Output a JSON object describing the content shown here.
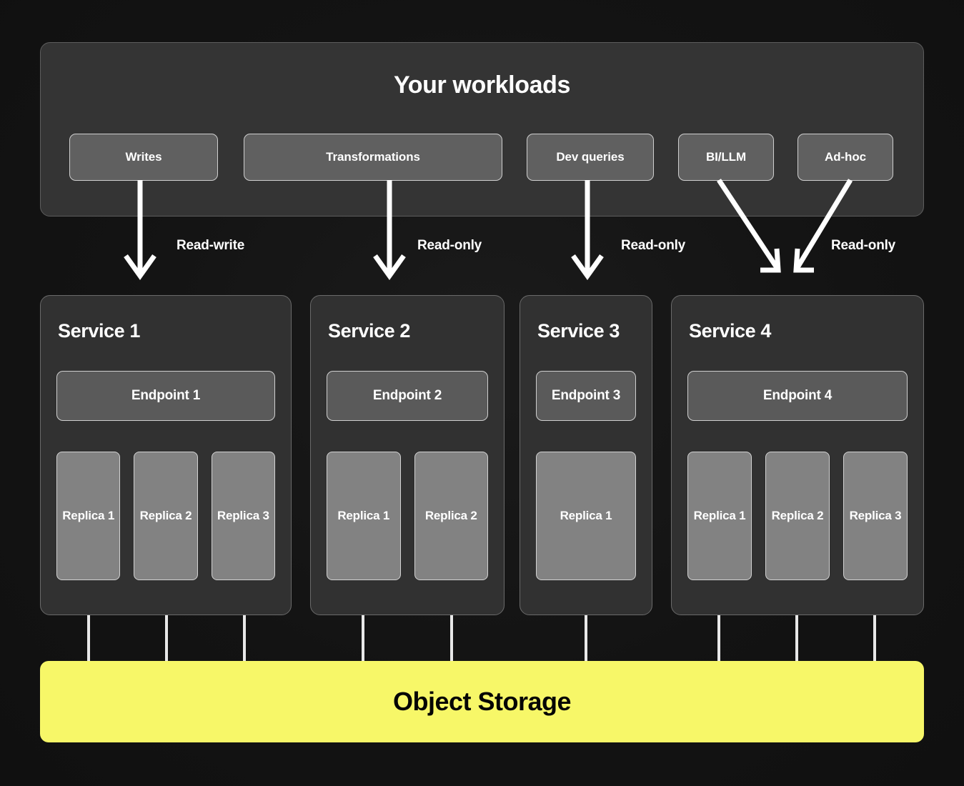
{
  "theme": {
    "page_background": "#121212",
    "panel_background": "#343434",
    "service_card_background": "#313131",
    "chip_background": "#606060",
    "endpoint_background": "#5A5A5A",
    "replica_background": "#828282",
    "border_color": "#CFCFCF",
    "text_primary": "#FFFFFF",
    "storage_accent": "#F7F768",
    "storage_text": "#050505",
    "arrow_color": "#FFFFFF"
  },
  "workloads": {
    "title": "Your workloads",
    "chips": [
      {
        "label": "Writes"
      },
      {
        "label": "Transformations"
      },
      {
        "label": "Dev queries"
      },
      {
        "label": "BI/LLM"
      },
      {
        "label": "Ad-hoc"
      }
    ]
  },
  "flows": [
    {
      "label": "Read-write",
      "from": "Writes",
      "to": "Service 1",
      "arrow": "down-arrow-icon"
    },
    {
      "label": "Read-only",
      "from": "Transformations",
      "to": "Service 2",
      "arrow": "down-arrow-icon"
    },
    {
      "label": "Read-only",
      "from": "Dev queries",
      "to": "Service 3",
      "arrow": "down-arrow-icon"
    },
    {
      "label": "Read-only",
      "from": "BI/LLM, Ad-hoc",
      "to": "Service 4",
      "arrow": "converging-arrows-icon"
    }
  ],
  "services": [
    {
      "name": "Service 1",
      "endpoint": "Endpoint 1",
      "replicas": [
        "Replica 1",
        "Replica 2",
        "Replica 3"
      ]
    },
    {
      "name": "Service 2",
      "endpoint": "Endpoint 2",
      "replicas": [
        "Replica 1",
        "Replica 2"
      ]
    },
    {
      "name": "Service 3",
      "endpoint": "Endpoint 3",
      "replicas": [
        "Replica 1"
      ]
    },
    {
      "name": "Service 4",
      "endpoint": "Endpoint 4",
      "replicas": [
        "Replica 1",
        "Replica 2",
        "Replica 3"
      ]
    }
  ],
  "storage": {
    "label": "Object Storage"
  }
}
